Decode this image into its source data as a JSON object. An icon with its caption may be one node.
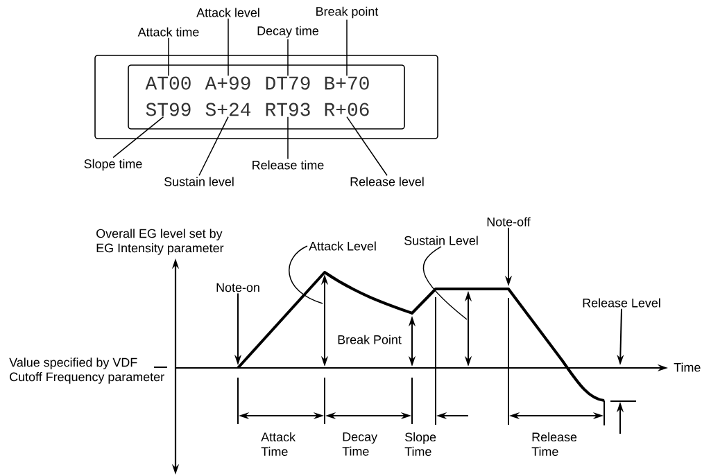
{
  "diagram": {
    "nodes": [
      {
        "text": [],
        "shape": "box"
      },
      {
        "text": [],
        "shape": "box",
        "in": 0
      },
      {
        "text": [
          "AT00"
        ],
        "in": 1
      },
      {
        "text": [
          "A+99"
        ],
        "in": 1
      },
      {
        "text": [
          "DT79"
        ],
        "in": 1
      },
      {
        "text": [
          "B+70"
        ],
        "in": 1
      },
      {
        "text": [
          "ST99"
        ],
        "in": 1
      },
      {
        "text": [
          "S+24"
        ],
        "in": 1
      },
      {
        "text": [
          "RT93"
        ],
        "in": 1
      },
      {
        "text": [
          "R+06"
        ],
        "in": 1
      },
      {
        "text": [
          "Attack time"
        ]
      },
      {
        "text": [
          "Attack level"
        ]
      },
      {
        "text": [
          "Decay time"
        ]
      },
      {
        "text": [
          "Break point"
        ]
      },
      {
        "text": [
          "Slope time"
        ]
      },
      {
        "text": [
          "Sustain level"
        ]
      },
      {
        "text": [
          "Release time"
        ]
      },
      {
        "text": [
          "Release level"
        ]
      },
      {
        "text": [
          "Note-on"
        ]
      },
      {
        "text": [
          "Attack Level"
        ]
      },
      {
        "text": [
          "Sustain Level"
        ]
      },
      {
        "text": [
          "Note-off"
        ]
      },
      {
        "text": [
          "Release Level"
        ]
      },
      {
        "text": [],
        "shape": "curve"
      }
    ],
    "edges": [
      {
        "from": 10,
        "to": 2,
        "arrow": "none"
      },
      {
        "from": 11,
        "to": 3,
        "arrow": "none"
      },
      {
        "from": 12,
        "to": 4,
        "arrow": "none"
      },
      {
        "from": 13,
        "to": 5,
        "arrow": "none"
      },
      {
        "from": 14,
        "to": 6,
        "arrow": "none"
      },
      {
        "from": 15,
        "to": 7,
        "arrow": "none"
      },
      {
        "from": 16,
        "to": 8,
        "arrow": "none"
      },
      {
        "from": 17,
        "to": 9,
        "arrow": "none"
      },
      {
        "from": 18,
        "to": 23,
        "arrow": "to"
      },
      {
        "from": 19,
        "to": 23,
        "arrow": "none"
      },
      {
        "from": 20,
        "to": 23,
        "arrow": "none"
      },
      {
        "from": 21,
        "to": 23,
        "arrow": "to"
      },
      {
        "from": 22,
        "to": null,
        "arrow": "to"
      }
    ],
    "labels": [
      "Overall EG level set by EG Intensity parameter",
      "Break Point",
      "Value specified by VDF Cutoff Frequency parameter",
      "Time",
      "Attack Time",
      "Decay Time",
      "Slope Time",
      "Release Time"
    ]
  }
}
